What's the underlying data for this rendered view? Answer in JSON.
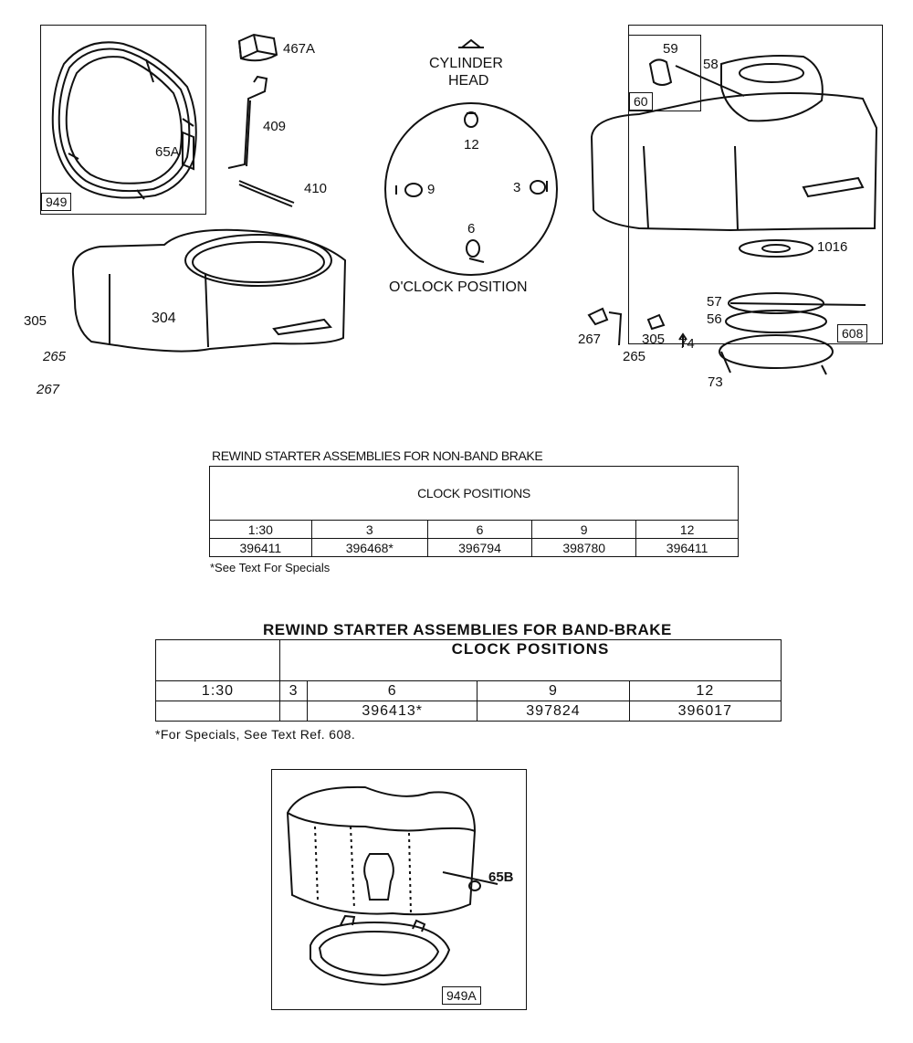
{
  "diagram": {
    "callouts": {
      "c949": "949",
      "c65A": "65A",
      "c467A": "467A",
      "c409": "409",
      "c410": "410",
      "c304": "304",
      "c305a": "305",
      "c265a": "265",
      "c267a": "267",
      "c59": "59",
      "c58": "58",
      "c60": "60",
      "c1016": "1016",
      "c57": "57",
      "c56": "56",
      "c608": "608",
      "c74": "74",
      "c73": "73",
      "c267b": "267",
      "c265b": "265",
      "c305b": "305",
      "c65B": "65B",
      "c949A": "949A"
    },
    "clock_diagram": {
      "top_label_line1": "CYLINDER",
      "top_label_line2": "HEAD",
      "pos_12": "12",
      "pos_3": "3",
      "pos_6": "6",
      "pos_9": "9",
      "bottom_label": "O'CLOCK POSITION"
    }
  },
  "table_non_band": {
    "title": "REWIND STARTER ASSEMBLIES FOR NON-BAND BRAKE",
    "header": "CLOCK POSITIONS",
    "positions": [
      "1:30",
      "3",
      "6",
      "9",
      "12"
    ],
    "parts": [
      "396411",
      "396468*",
      "396794",
      "398780",
      "396411"
    ],
    "footnote": "*See Text For Specials"
  },
  "table_band": {
    "title": "REWIND STARTER ASSEMBLIES FOR BAND-BRAKE",
    "header": "CLOCK POSITIONS",
    "positions": [
      "1:30",
      "3",
      "6",
      "9",
      "12"
    ],
    "parts": [
      "",
      "",
      "396413*",
      "397824",
      "396017"
    ],
    "footnote": "*For Specials, See Text Ref. 608."
  }
}
